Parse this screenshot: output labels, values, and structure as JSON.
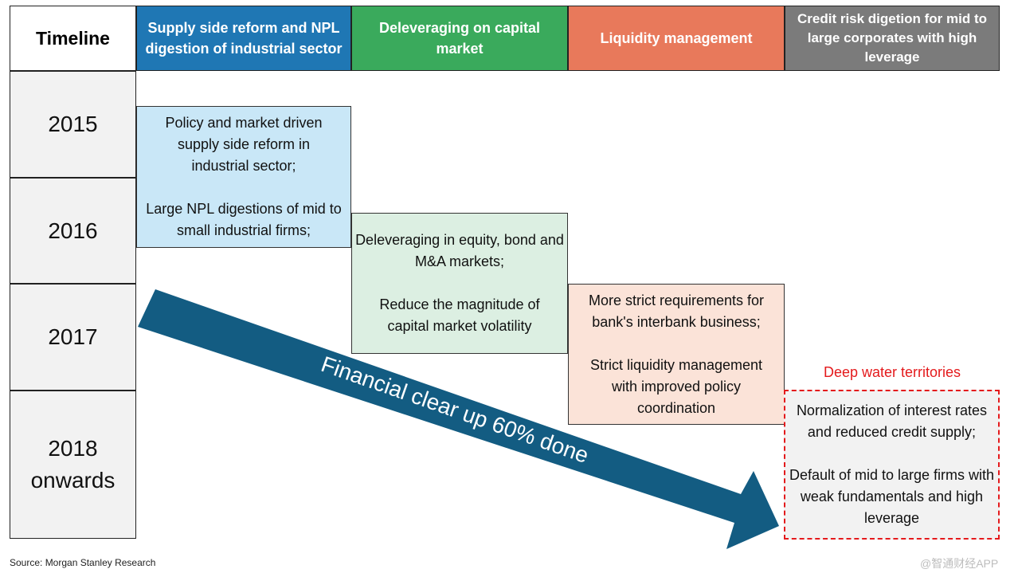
{
  "header": {
    "timeline": "Timeline",
    "columns": [
      {
        "label": "Supply side reform and NPL digestion of industrial sector",
        "color": "#1f77b4"
      },
      {
        "label": "Deleveraging on capital market",
        "color": "#3aaa5c"
      },
      {
        "label": "Liquidity management",
        "color": "#e8795b"
      },
      {
        "label": "Credit risk digetion for mid to large corporates with high leverage",
        "color": "#7b7b7b"
      }
    ]
  },
  "years": [
    "2015",
    "2016",
    "2017",
    "2018 onwards"
  ],
  "phases": [
    {
      "text1": "Policy and market driven supply side reform in industrial sector;",
      "text2": "Large NPL digestions of mid to small industrial firms;",
      "color": "#c9e7f7"
    },
    {
      "text1": "Deleveraging in equity, bond and M&A markets;",
      "text2": "Reduce the magnitude of capital market volatility",
      "color": "#dcefe2"
    },
    {
      "text1": "More strict requirements for bank's interbank business;",
      "text2": "Strict liquidity management with improved policy coordination",
      "color": "#fbe3d8"
    },
    {
      "label": "Deep water territories",
      "text1": "Normalization of interest rates and reduced credit supply;",
      "text2": "Default of mid to large firms with weak fundamentals and high leverage",
      "color": "#f2f2f2",
      "border_color": "#e41a1c"
    }
  ],
  "arrow": {
    "label": "Financial clear up 60% done",
    "color": "#135c82"
  },
  "source": "Source: Morgan Stanley Research",
  "watermark": "@智通财经APP"
}
